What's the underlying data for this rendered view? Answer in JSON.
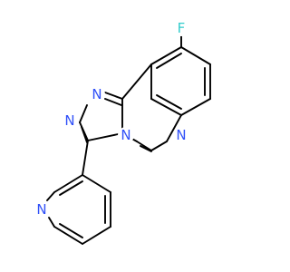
{
  "molecule": {
    "atoms": [
      {
        "id": "F",
        "label": "F",
        "color": "#33cccc"
      },
      {
        "id": "N1",
        "label": "N",
        "color": "#3050f8"
      },
      {
        "id": "N2",
        "label": "N",
        "color": "#3050f8"
      },
      {
        "id": "N3",
        "label": "N",
        "color": "#3050f8"
      },
      {
        "id": "N4",
        "label": "N",
        "color": "#3050f8"
      },
      {
        "id": "N5",
        "label": "N",
        "color": "#3050f8"
      }
    ],
    "bond_color": "#000000"
  }
}
